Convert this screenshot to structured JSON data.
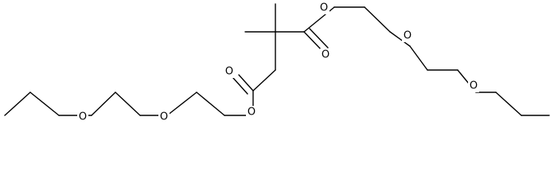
{
  "molecule": {
    "atoms": [
      {
        "id": "O1",
        "label": "O"
      },
      {
        "id": "O2",
        "label": "O"
      },
      {
        "id": "O3",
        "label": "O"
      },
      {
        "id": "O4",
        "label": "O"
      },
      {
        "id": "O5",
        "label": "O"
      },
      {
        "id": "O6",
        "label": "O"
      },
      {
        "id": "O7",
        "label": "O"
      },
      {
        "id": "O8",
        "label": "O"
      }
    ]
  }
}
